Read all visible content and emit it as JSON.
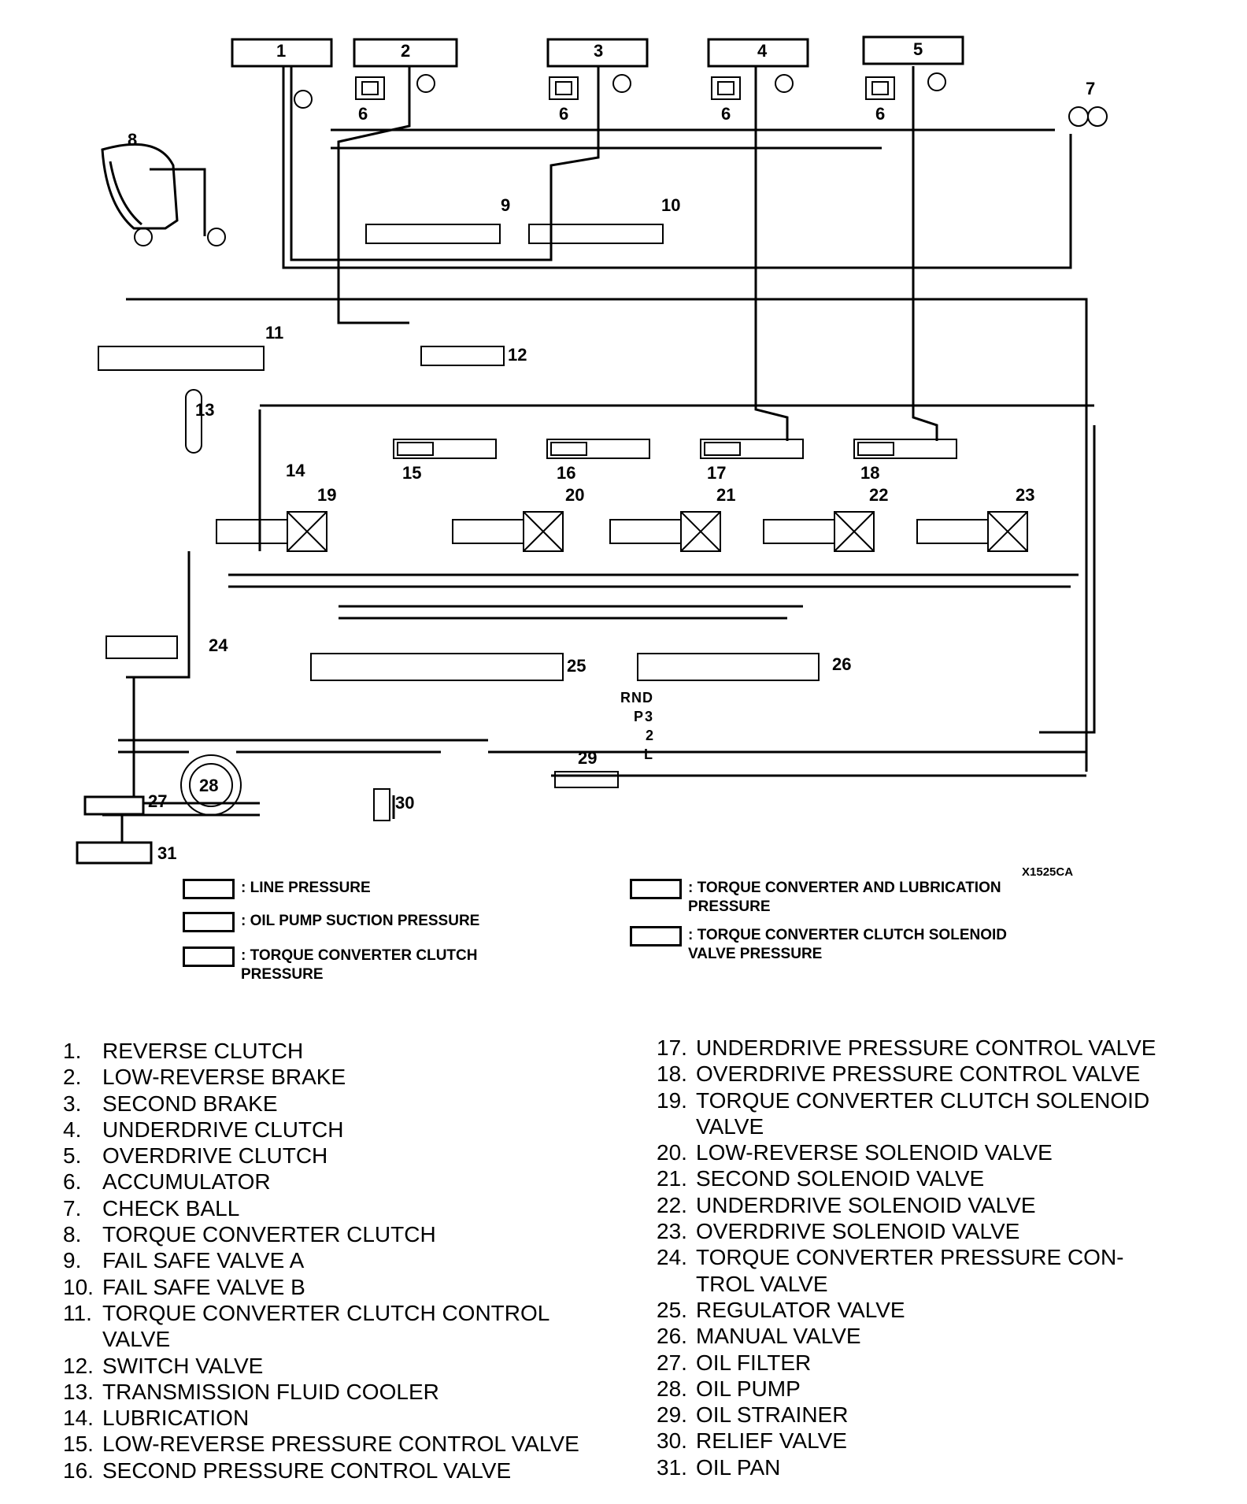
{
  "diagram": {
    "figure_id": "X1525CA",
    "callouts": [
      "1",
      "2",
      "3",
      "4",
      "5",
      "6",
      "7",
      "8",
      "9",
      "10",
      "11",
      "12",
      "13",
      "14",
      "15",
      "16",
      "17",
      "18",
      "19",
      "20",
      "21",
      "22",
      "23",
      "24",
      "25",
      "26",
      "27",
      "28",
      "29",
      "30",
      "31"
    ],
    "manual_positions": [
      "R",
      "N",
      "D",
      "P",
      "3",
      "2",
      "L"
    ]
  },
  "legend": [
    {
      "id": "line",
      "label": ": LINE PRESSURE"
    },
    {
      "id": "suction",
      "label": ": OIL PUMP SUCTION PRESSURE"
    },
    {
      "id": "tcc",
      "label": ": TORQUE CONVERTER CLUTCH\nPRESSURE"
    },
    {
      "id": "tc-lube",
      "label": ": TORQUE CONVERTER AND LUBRICATION\nPRESSURE"
    },
    {
      "id": "tcc-solenoid",
      "label": ": TORQUE CONVERTER CLUTCH SOLENOID\nVALVE PRESSURE"
    }
  ],
  "parts": [
    {
      "num": "1.",
      "name": "REVERSE CLUTCH"
    },
    {
      "num": "2.",
      "name": "LOW-REVERSE BRAKE"
    },
    {
      "num": "3.",
      "name": "SECOND BRAKE"
    },
    {
      "num": "4.",
      "name": "UNDERDRIVE CLUTCH"
    },
    {
      "num": "5.",
      "name": "OVERDRIVE CLUTCH"
    },
    {
      "num": "6.",
      "name": "ACCUMULATOR"
    },
    {
      "num": "7.",
      "name": "CHECK BALL"
    },
    {
      "num": "8.",
      "name": "TORQUE CONVERTER CLUTCH"
    },
    {
      "num": "9.",
      "name": "FAIL SAFE VALVE A"
    },
    {
      "num": "10.",
      "name": "FAIL SAFE VALVE B"
    },
    {
      "num": "11.",
      "name": "TORQUE CONVERTER CLUTCH CONTROL\nVALVE"
    },
    {
      "num": "12.",
      "name": "SWITCH VALVE"
    },
    {
      "num": "13.",
      "name": "TRANSMISSION FLUID COOLER"
    },
    {
      "num": "14.",
      "name": "LUBRICATION"
    },
    {
      "num": "15.",
      "name": "LOW-REVERSE PRESSURE CONTROL VALVE"
    },
    {
      "num": "16.",
      "name": "SECOND PRESSURE CONTROL VALVE"
    },
    {
      "num": "17.",
      "name": "UNDERDRIVE PRESSURE CONTROL VALVE"
    },
    {
      "num": "18.",
      "name": "OVERDRIVE PRESSURE CONTROL VALVE"
    },
    {
      "num": "19.",
      "name": "TORQUE CONVERTER CLUTCH SOLENOID\nVALVE"
    },
    {
      "num": "20.",
      "name": "LOW-REVERSE SOLENOID VALVE"
    },
    {
      "num": "21.",
      "name": "SECOND SOLENOID VALVE"
    },
    {
      "num": "22.",
      "name": "UNDERDRIVE SOLENOID VALVE"
    },
    {
      "num": "23.",
      "name": "OVERDRIVE SOLENOID VALVE"
    },
    {
      "num": "24.",
      "name": "TORQUE CONVERTER PRESSURE CON-\nTROL VALVE"
    },
    {
      "num": "25.",
      "name": "REGULATOR VALVE"
    },
    {
      "num": "26.",
      "name": "MANUAL VALVE"
    },
    {
      "num": "27.",
      "name": "OIL FILTER"
    },
    {
      "num": "28.",
      "name": "OIL PUMP"
    },
    {
      "num": "29.",
      "name": "OIL STRAINER"
    },
    {
      "num": "30.",
      "name": "RELIEF VALVE"
    },
    {
      "num": "31.",
      "name": "OIL PAN"
    }
  ]
}
